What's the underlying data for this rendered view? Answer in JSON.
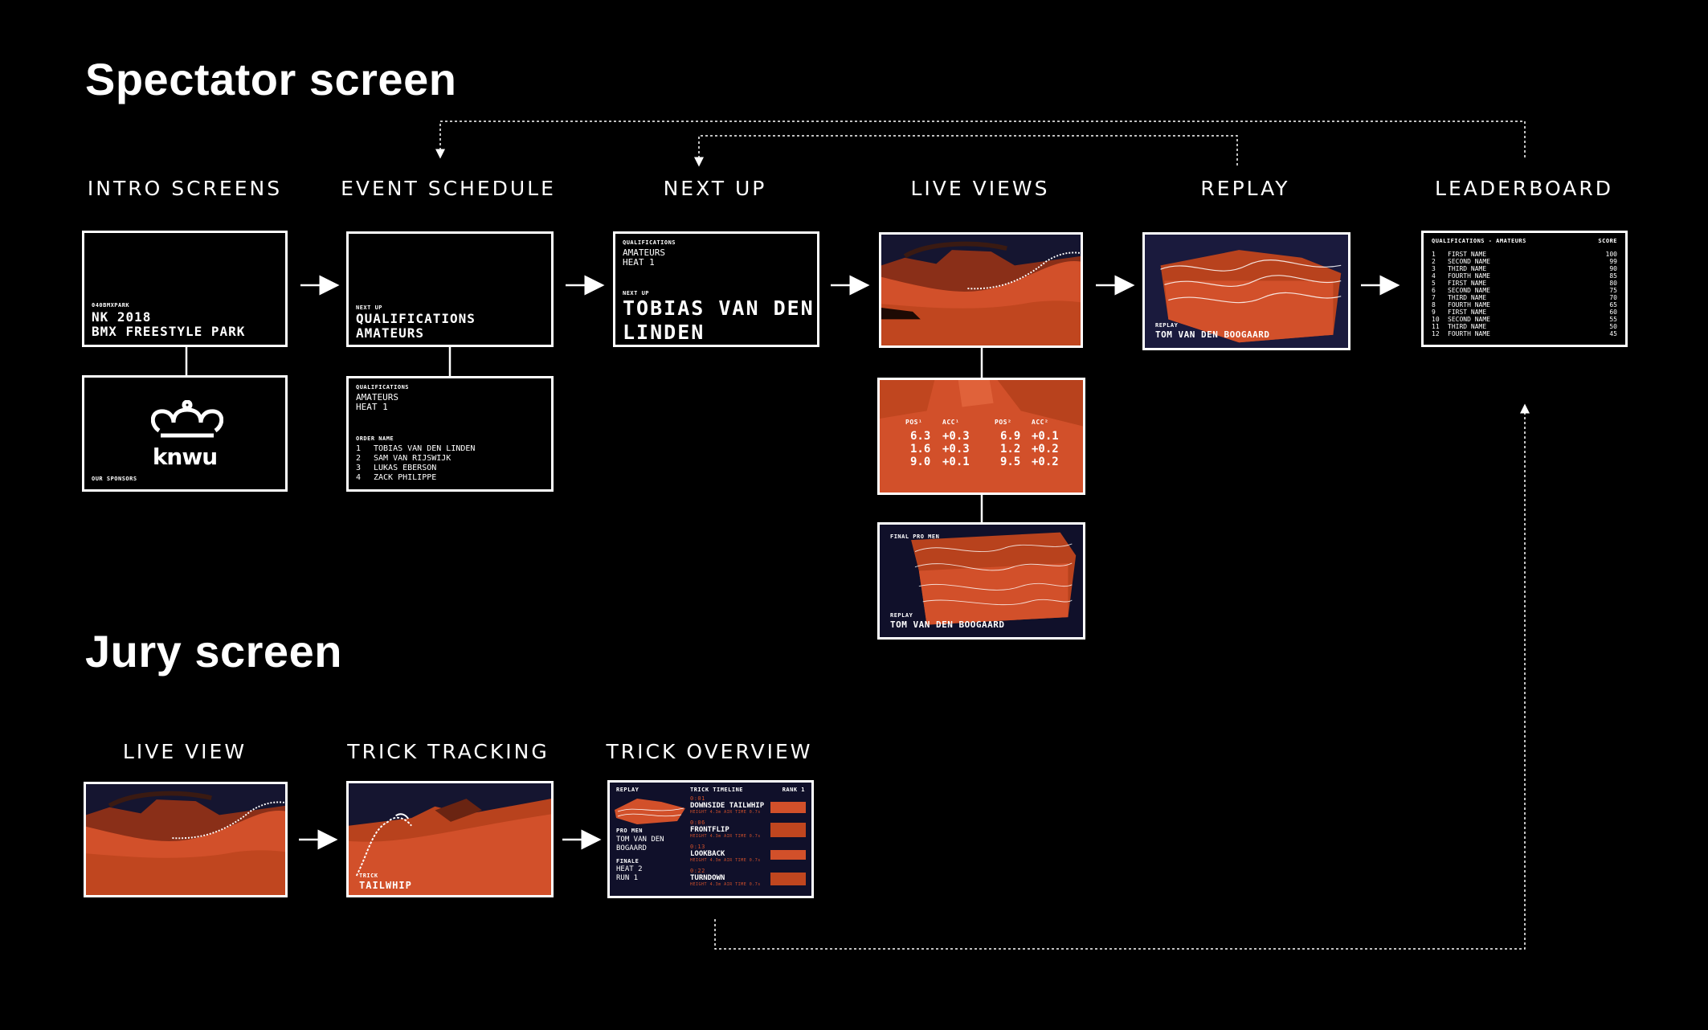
{
  "sections": {
    "spectator_title": "Spectator screen",
    "jury_title": "Jury screen"
  },
  "columns": {
    "intro": "INTRO SCREENS",
    "schedule": "EVENT SCHEDULE",
    "nextup": "NEXT UP",
    "live": "LIVE VIEWS",
    "replay": "REPLAY",
    "leaderboard": "LEADERBOARD",
    "jury_live": "LIVE VIEW",
    "trick_tracking": "TRICK TRACKING",
    "trick_overview": "TRICK OVERVIEW"
  },
  "intro1": {
    "small": "040BMXPARK",
    "line1": "NK 2018",
    "line2": "BMX FREESTYLE PARK"
  },
  "intro2": {
    "logo_text": "knwu",
    "sponsors": "OUR SPONSORS"
  },
  "schedule1": {
    "small": "NEXT UP",
    "line1": "QUALIFICATIONS",
    "line2": "AMATEURS"
  },
  "schedule2": {
    "small": "QUALIFICATIONS",
    "line1": "AMATEURS",
    "line2": "HEAT 1",
    "order_header": "ORDER NAME",
    "rows": [
      {
        "n": "1",
        "name": "TOBIAS VAN DEN LINDEN"
      },
      {
        "n": "2",
        "name": "SAM VAN RIJSWIJK"
      },
      {
        "n": "3",
        "name": "LUKAS EBERSON"
      },
      {
        "n": "4",
        "name": "ZACK PHILIPPE"
      }
    ]
  },
  "nextup": {
    "small": "QUALIFICATIONS",
    "line1": "AMATEURS",
    "line2": "HEAT 1",
    "next_label": "NEXT UP",
    "name1": "TOBIAS VAN DEN",
    "name2": "LINDEN"
  },
  "stats": {
    "h1": "POS¹",
    "h2": "ACC¹",
    "h3": "POS²",
    "h4": "ACC²",
    "rows": [
      [
        "6.3",
        "+0.3",
        "6.9",
        "+0.1"
      ],
      [
        "1.6",
        "+0.3",
        "1.2",
        "+0.2"
      ],
      [
        "9.0",
        "+0.1",
        "9.5",
        "+0.2"
      ]
    ]
  },
  "final_replay": {
    "small_top": "FINAL PRO MEN",
    "small": "REPLAY",
    "name": "TOM VAN DEN BOOGAARD"
  },
  "replay": {
    "small": "REPLAY",
    "name": "TOM VAN DEN BOOGAARD"
  },
  "leaderboard": {
    "title": "QUALIFICATIONS - AMATEURS",
    "score_header": "SCORE",
    "rows": [
      {
        "n": "1",
        "name": "FIRST NAME",
        "score": "100"
      },
      {
        "n": "2",
        "name": "SECOND NAME",
        "score": "99"
      },
      {
        "n": "3",
        "name": "THIRD NAME",
        "score": "90"
      },
      {
        "n": "4",
        "name": "FOURTH NAME",
        "score": "85"
      },
      {
        "n": "5",
        "name": "FIRST NAME",
        "score": "80"
      },
      {
        "n": "6",
        "name": "SECOND NAME",
        "score": "75"
      },
      {
        "n": "7",
        "name": "THIRD NAME",
        "score": "70"
      },
      {
        "n": "8",
        "name": "FOURTH NAME",
        "score": "65"
      },
      {
        "n": "9",
        "name": "FIRST NAME",
        "score": "60"
      },
      {
        "n": "10",
        "name": "SECOND NAME",
        "score": "55"
      },
      {
        "n": "11",
        "name": "THIRD NAME",
        "score": "50"
      },
      {
        "n": "12",
        "name": "FOURTH NAME",
        "score": "45"
      }
    ]
  },
  "trick_tracking": {
    "small": "TRICK",
    "name": "TAILWHIP"
  },
  "trick_overview": {
    "replay_label": "REPLAY",
    "timeline_label": "TRICK TIMELINE",
    "rank_label": "RANK 1",
    "rider_small": "PRO MEN",
    "rider1": "TOM VAN DEN",
    "rider2": "BOGAARD",
    "round_small": "FINALE",
    "heat": "HEAT 2",
    "run": "RUN 1",
    "tricks": [
      {
        "time": "0:01",
        "name": "DOWNSIDE TAILWHIP"
      },
      {
        "time": "0:06",
        "name": "FRONTFLIP"
      },
      {
        "time": "0:13",
        "name": "LOOKBACK"
      },
      {
        "time": "0:22",
        "name": "TURNDOWN"
      }
    ],
    "meta": "HEIGHT 4.3m  AIR TIME 0.7s"
  },
  "colors": {
    "accent": "#d2502a",
    "navy": "#1a1a3d",
    "line": "#ffffff"
  }
}
